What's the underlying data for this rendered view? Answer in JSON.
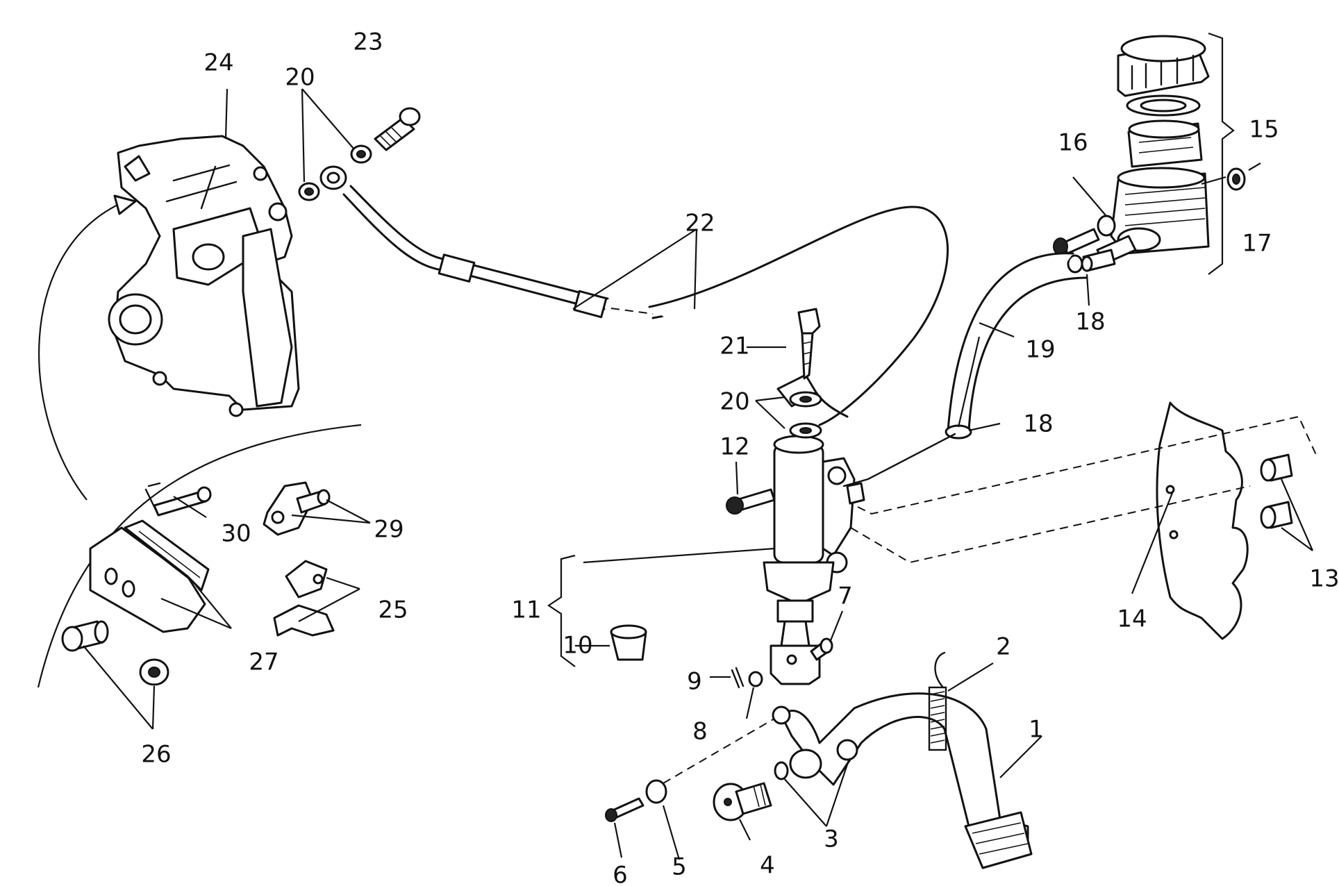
{
  "callouts": [
    {
      "id": "1",
      "label": "1"
    },
    {
      "id": "2",
      "label": "2"
    },
    {
      "id": "3",
      "label": "3"
    },
    {
      "id": "4",
      "label": "4"
    },
    {
      "id": "5",
      "label": "5"
    },
    {
      "id": "6",
      "label": "6"
    },
    {
      "id": "7",
      "label": "7"
    },
    {
      "id": "8",
      "label": "8"
    },
    {
      "id": "9",
      "label": "9"
    },
    {
      "id": "10",
      "label": "10"
    },
    {
      "id": "11",
      "label": "11"
    },
    {
      "id": "12",
      "label": "12"
    },
    {
      "id": "13",
      "label": "13"
    },
    {
      "id": "14",
      "label": "14"
    },
    {
      "id": "15",
      "label": "15"
    },
    {
      "id": "16",
      "label": "16"
    },
    {
      "id": "17",
      "label": "17"
    },
    {
      "id": "18a",
      "label": "18"
    },
    {
      "id": "18b",
      "label": "18"
    },
    {
      "id": "19",
      "label": "19"
    },
    {
      "id": "20a",
      "label": "20"
    },
    {
      "id": "20b",
      "label": "20"
    },
    {
      "id": "21",
      "label": "21"
    },
    {
      "id": "22",
      "label": "22"
    },
    {
      "id": "23",
      "label": "23"
    },
    {
      "id": "24",
      "label": "24"
    },
    {
      "id": "25",
      "label": "25"
    },
    {
      "id": "26",
      "label": "26"
    },
    {
      "id": "27",
      "label": "27"
    },
    {
      "id": "29",
      "label": "29"
    },
    {
      "id": "30",
      "label": "30"
    }
  ]
}
